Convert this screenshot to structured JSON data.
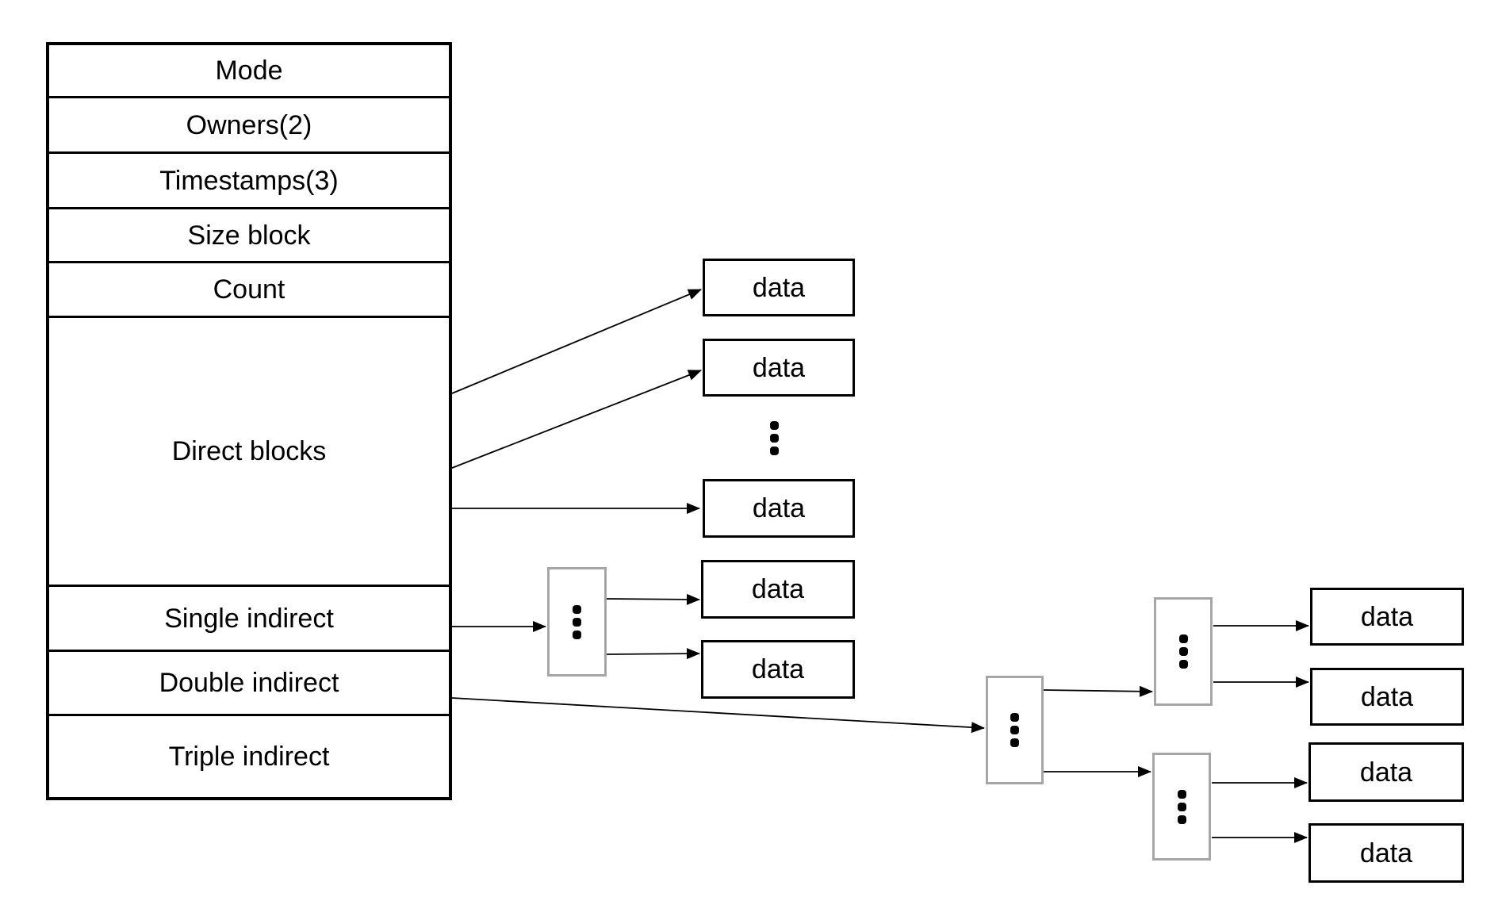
{
  "diagram": {
    "table": {
      "rows": [
        {
          "label": "Mode"
        },
        {
          "label": "Owners(2)"
        },
        {
          "label": "Timestamps(3)"
        },
        {
          "label": "Size block"
        },
        {
          "label": "Count"
        },
        {
          "label": "Direct blocks"
        },
        {
          "label": "Single indirect"
        },
        {
          "label": "Double indirect"
        },
        {
          "label": "Triple indirect"
        }
      ]
    },
    "labels": {
      "data_block": "data"
    },
    "icons": {
      "ellipsis": "vertical-ellipsis"
    },
    "colors": {
      "line": "#000000",
      "data_box_border": "#000000",
      "indirect_box_border": "#a6a6a6",
      "text": "#000000",
      "background": "#ffffff"
    }
  }
}
